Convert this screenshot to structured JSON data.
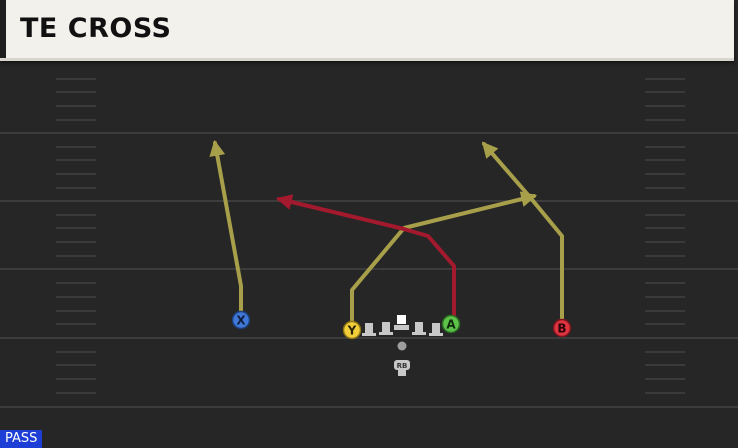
{
  "play": {
    "name": "TE CROSS",
    "type_badge": "PASS"
  },
  "players": {
    "x": {
      "label": "X",
      "color": "#3f78d8"
    },
    "y": {
      "label": "Y",
      "color": "#f2cf3a"
    },
    "a": {
      "label": "A",
      "color": "#5cc24a"
    },
    "b": {
      "label": "B",
      "color": "#df3340"
    },
    "rb": {
      "label": "RB",
      "icon": "running-back-icon"
    },
    "qb": {
      "icon": "quarterback-icon"
    },
    "linemen": {
      "icon": "lineman-icon",
      "count": 4
    }
  },
  "route_colors": {
    "primary": "#a89f4a",
    "highlight": "#a3192d"
  },
  "field_colors": {
    "turf": "#262626",
    "yard_line": "#3c3c3c",
    "hash": "#3a3a3a"
  }
}
